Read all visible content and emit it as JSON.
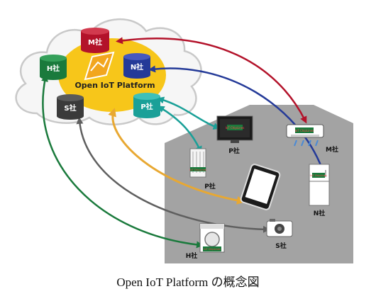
{
  "platform": {
    "label": "Open IoT Platform"
  },
  "companies": {
    "M": "M社",
    "H": "H社",
    "N": "N社",
    "S": "S社",
    "P": "P社"
  },
  "chip_label": "IoT ChipLines",
  "caption": "Open IoT Platform の概念図",
  "colors": {
    "M": "#b3122a",
    "H": "#1a7a3c",
    "N": "#243a98",
    "S": "#3a3a3a",
    "P": "#1aa098",
    "platform": "#f7c61a",
    "house": "#9c9c9c",
    "arrow_gold": "#e8a832",
    "arrow_grey": "#5f5f5f"
  }
}
